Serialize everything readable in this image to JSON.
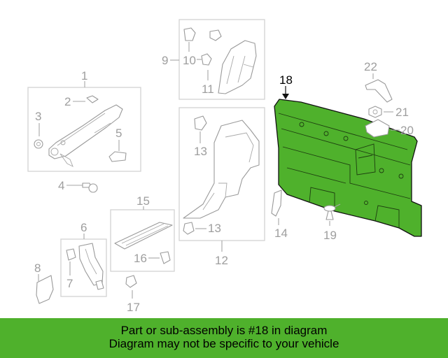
{
  "diagram": {
    "highlighted_part": "18",
    "callouts": {
      "c1": "1",
      "c2": "2",
      "c3": "3",
      "c4": "4",
      "c5": "5",
      "c6": "6",
      "c7": "7",
      "c8": "8",
      "c9": "9",
      "c10": "10",
      "c11": "11",
      "c12": "12",
      "c13a": "13",
      "c13b": "13",
      "c14": "14",
      "c15": "15",
      "c16": "16",
      "c17": "17",
      "c18": "18",
      "c19": "19",
      "c20": "20",
      "c21": "21",
      "c22": "22"
    },
    "colors": {
      "highlight": "#4fb12c",
      "banner": "#4fb12c",
      "callout_text": "#9e9e9e",
      "highlight_callout_text": "#000000"
    }
  },
  "banner": {
    "line1": "Part or sub-assembly is #18 in diagram",
    "line2": "Diagram may not be specific to your vehicle"
  }
}
